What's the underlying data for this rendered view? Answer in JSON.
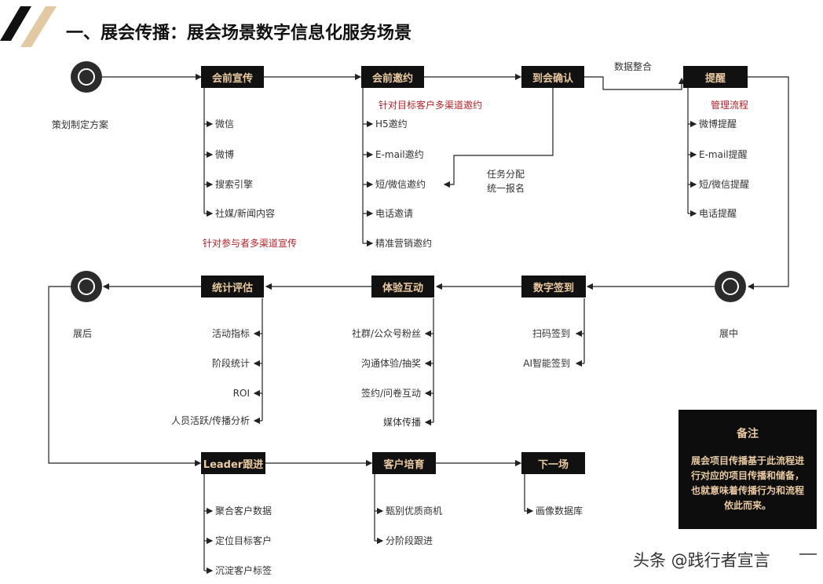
{
  "header": {
    "title": "一、展会传播：展会场景数字信息化服务场景"
  },
  "nodes": {
    "start_label": "策划制定方案",
    "middle_label": "展中",
    "end_label": "展后"
  },
  "row1": {
    "stage1": {
      "title": "会前宣传",
      "items": [
        "微信",
        "微博",
        "搜索引擎",
        "社媒/新闻内容"
      ],
      "note": "针对参与者多渠道宣传"
    },
    "stage2": {
      "title": "会前邀约",
      "note": "针对目标客户多渠道邀约",
      "items": [
        "H5邀约",
        "E-mail邀约",
        "短/微信邀约",
        "电话邀请",
        "精准营销邀约"
      ]
    },
    "stage3": {
      "title": "到会确认",
      "task_line1": "任务分配",
      "task_line2": "统一报名"
    },
    "merge_label": "数据整合",
    "stage4": {
      "title": "提醒",
      "note": "管理流程",
      "items": [
        "微博提醒",
        "E-mail提醒",
        "短/微信提醒",
        "电话提醒"
      ]
    }
  },
  "row2": {
    "checkin": {
      "title": "数字签到",
      "items": [
        "扫码签到",
        "AI智能签到"
      ]
    },
    "interact": {
      "title": "体验互动",
      "items": [
        "社群/公众号粉丝",
        "沟通体验/抽奖",
        "签约/问卷互动",
        "媒体传播"
      ]
    },
    "stats": {
      "title": "统计评估",
      "items": [
        "活动指标",
        "阶段统计",
        "ROI",
        "人员活跃/传播分析"
      ]
    }
  },
  "row3": {
    "leader": {
      "title": "Leader跟进",
      "items": [
        "聚合客户数据",
        "定位目标客户",
        "沉淀客户标签"
      ]
    },
    "cultivate": {
      "title": "客户培育",
      "items": [
        "甄别优质商机",
        "分阶段跟进"
      ]
    },
    "next": {
      "title": "下一场",
      "items": [
        "画像数据库"
      ]
    }
  },
  "note": {
    "title": "备注",
    "line1": "展会项目传播基于此流程进",
    "line2": "行对应的项目传播和储备，",
    "line3": "也就意味着传播行为和流程",
    "line4": "依此而来。"
  },
  "watermark": "头条 @践行者宣言",
  "colors": {
    "box_bg": "#111111",
    "box_text": "#e9c9a0",
    "note_red": "#b0242a",
    "accent_tan": "#e2c9a4"
  }
}
